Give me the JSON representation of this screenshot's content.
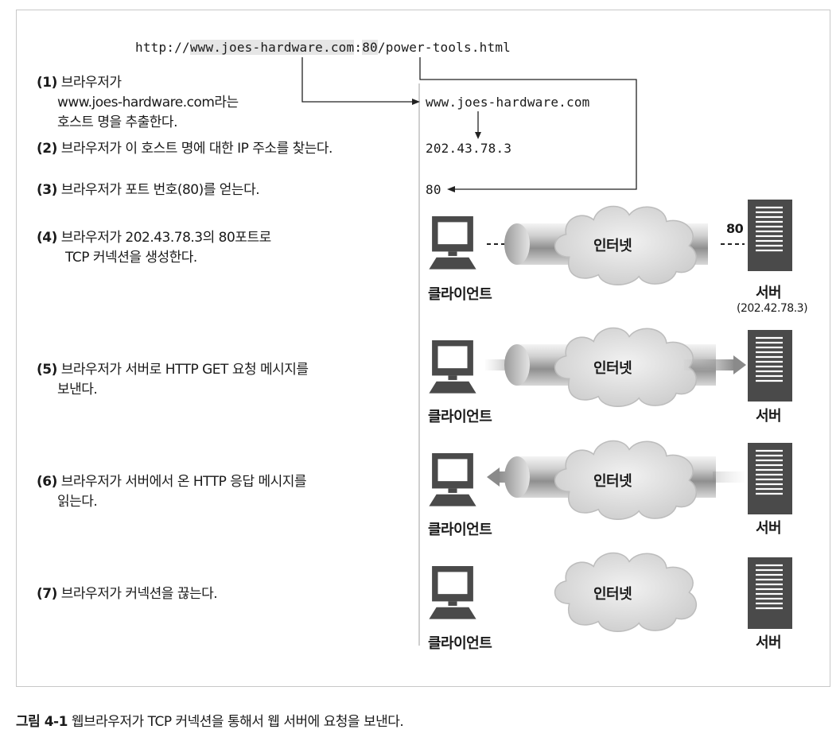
{
  "url": {
    "prefix": "http://",
    "host": "www.joes-hardware.com",
    "colon": ":",
    "port": "80",
    "path": "/power-tools.html"
  },
  "resolved": {
    "host": "www.joes-hardware.com",
    "ip": "202.43.78.3",
    "port": "80"
  },
  "steps": [
    {
      "num": "(1)",
      "line1": "브라우저가",
      "line2": "www.joes-hardware.com라는",
      "line3": "호스트 명을 추출한다."
    },
    {
      "num": "(2)",
      "line1": "브라우저가 이 호스트 명에 대한 IP 주소를 찾는다."
    },
    {
      "num": "(3)",
      "line1": "브라우저가 포트 번호(80)를 얻는다."
    },
    {
      "num": "(4)",
      "line1": "브라우저가 202.43.78.3의 80포트로",
      "line2": "TCP 커넥션을 생성한다."
    },
    {
      "num": "(5)",
      "line1": "브라우저가 서버로 HTTP GET 요청 메시지를",
      "line2": "보낸다."
    },
    {
      "num": "(6)",
      "line1": "브라우저가 서버에서 온 HTTP 응답 메시지를",
      "line2": "읽는다."
    },
    {
      "num": "(7)",
      "line1": "브라우저가 커넥션을 끊는다."
    }
  ],
  "diagram": {
    "client_label": "클라이언트",
    "server_label": "서버",
    "internet_label": "인터넷",
    "port_label": "80",
    "server_ip": "(202.42.78.3)"
  },
  "caption": {
    "number": "그림 4-1",
    "text": " 웹브라우저가 TCP 커넥션을 통해서 웹 서버에 요청을 보낸다."
  },
  "icons": [
    "computer-icon",
    "server-icon",
    "cloud-icon",
    "pipe-icon",
    "arrow-icon"
  ]
}
